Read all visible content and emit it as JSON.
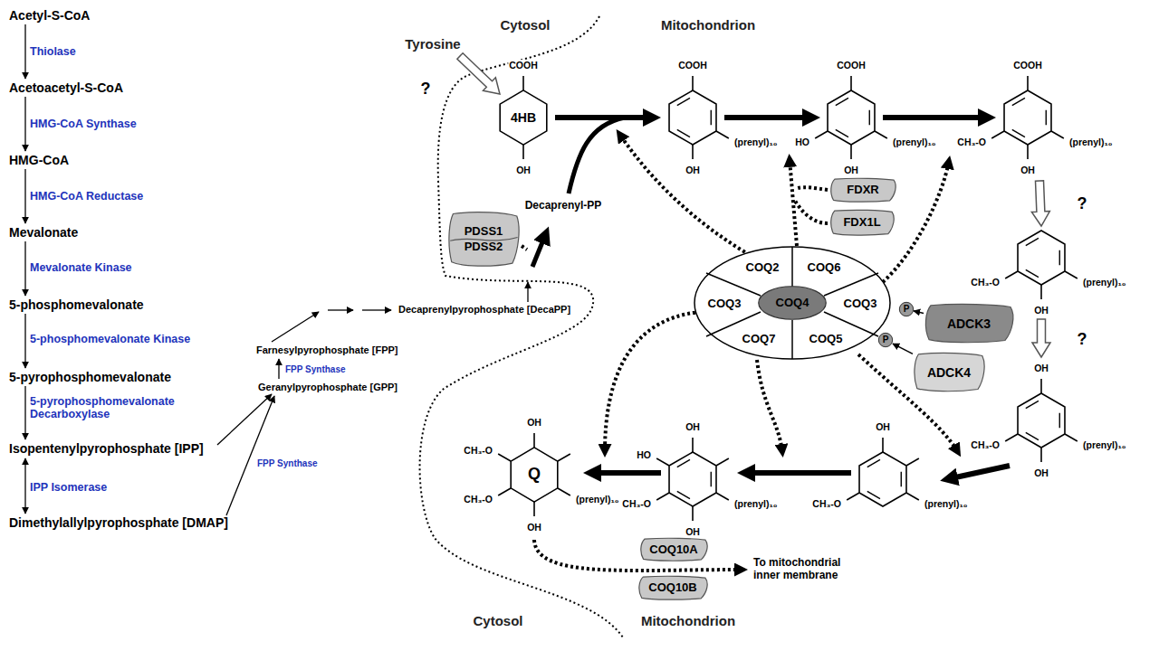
{
  "diagram": {
    "nodes": [
      {
        "text": [
          "4HB"
        ]
      },
      {
        "text": [
          "PDSS1",
          "PDSS2"
        ]
      },
      {
        "text": [
          "FDXR"
        ]
      },
      {
        "text": [
          "FDX1L"
        ]
      },
      {
        "text": [
          "COQ2"
        ]
      },
      {
        "text": [
          "COQ6"
        ]
      },
      {
        "text": [
          "COQ3"
        ]
      },
      {
        "text": [
          "COQ4"
        ]
      },
      {
        "text": [
          "COQ3"
        ]
      },
      {
        "text": [
          "P"
        ]
      },
      {
        "text": [
          "ADCK3"
        ]
      },
      {
        "text": [
          "COQ7"
        ]
      },
      {
        "text": [
          "COQ5"
        ]
      },
      {
        "text": [
          "P"
        ]
      },
      {
        "text": [
          "ADCK4"
        ]
      },
      {
        "text": [
          "Q"
        ]
      },
      {
        "text": [
          "COQ10A"
        ]
      },
      {
        "text": [
          "COQ10B"
        ]
      }
    ],
    "edges": [
      {
        "from": 10,
        "to": 9,
        "arrow": "to"
      },
      {
        "from": 14,
        "to": 13,
        "arrow": "to"
      }
    ],
    "labels": [
      "Acetyl-S-CoA",
      "Thiolase",
      "Acetoacetyl-S-CoA",
      "HMG-CoA Synthase",
      "HMG-CoA",
      "HMG-CoA Reductase",
      "Mevalonate",
      "Mevalonate Kinase",
      "5-phosphomevalonate",
      "5-phosphomevalonate Kinase",
      "5-pyrophosphomevalonate",
      "5-pyrophosphomevalonate Decarboxylase",
      "Isopentenylpyrophosphate [IPP]",
      "IPP Isomerase",
      "Dimethylallylpyrophosphate [DMAP]",
      "FPP Synthase",
      "Geranylpyrophosphate [GPP]",
      "FPP Synthase",
      "Farnesylpyrophosphate [FPP]",
      "Decaprenylpyrophosphate [DecaPP]",
      "Cytosol",
      "Mitochondrion",
      "Tyrosine",
      "?",
      "Decaprenyl-PP",
      "COOH",
      "OH",
      "COOH",
      "OH",
      "(prenyl)₁₀",
      "COOH",
      "HO",
      "OH",
      "(prenyl)₁₀",
      "COOH",
      "CH₃-O",
      "OH",
      "(prenyl)₁₀",
      "?",
      "CH₃-O",
      "OH",
      "(prenyl)₁₀",
      "?",
      "OH",
      "CH₃-O",
      "OH",
      "(prenyl)₁₀",
      "OH",
      "CH₃-O",
      "(prenyl)₁₀",
      "OH",
      "HO",
      "CH₃-O",
      "(prenyl)₁₀",
      "OH",
      "OH",
      "CH₃-O",
      "CH₃-O",
      "(prenyl)₁₀",
      "OH",
      "To mitochondrial inner membrane",
      "Cytosol",
      "Mitochondrion"
    ]
  }
}
